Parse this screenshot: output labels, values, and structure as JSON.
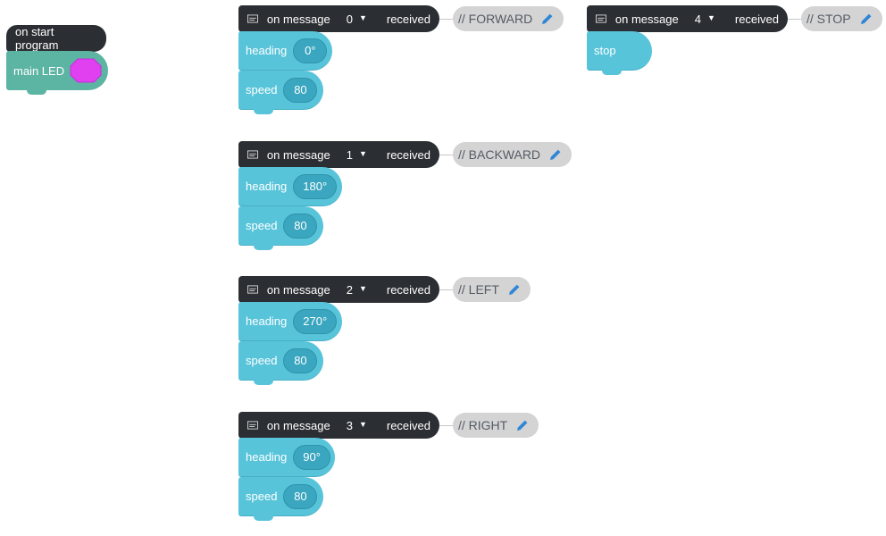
{
  "start_program": {
    "hat_label": "on start program",
    "led_label": "main LED",
    "led_color": "#e040ef"
  },
  "message_blocks": [
    {
      "message_label": "on message",
      "message_value": "0",
      "received_label": "received",
      "comment": "// FORWARD",
      "heading_label": "heading",
      "heading_value": "0°",
      "speed_label": "speed",
      "speed_value": "80"
    },
    {
      "message_label": "on message",
      "message_value": "1",
      "received_label": "received",
      "comment": "// BACKWARD",
      "heading_label": "heading",
      "heading_value": "180°",
      "speed_label": "speed",
      "speed_value": "80"
    },
    {
      "message_label": "on message",
      "message_value": "2",
      "received_label": "received",
      "comment": "// LEFT",
      "heading_label": "heading",
      "heading_value": "270°",
      "speed_label": "speed",
      "speed_value": "80"
    },
    {
      "message_label": "on message",
      "message_value": "3",
      "received_label": "received",
      "comment": "// RIGHT",
      "heading_label": "heading",
      "heading_value": "90°",
      "speed_label": "speed",
      "speed_value": "80"
    },
    {
      "message_label": "on message",
      "message_value": "4",
      "received_label": "received",
      "comment": "// STOP",
      "stop_label": "stop"
    }
  ],
  "colors": {
    "hat_dark": "#2b2f33",
    "motion_cyan": "#58c4da",
    "light_teal": "#5cb4a3",
    "comment_gray": "#d4d4d4",
    "edit_blue": "#2f86d6"
  },
  "icons": {
    "message": "message-icon",
    "dropdown": "caret-down-icon",
    "edit": "pencil-icon"
  }
}
